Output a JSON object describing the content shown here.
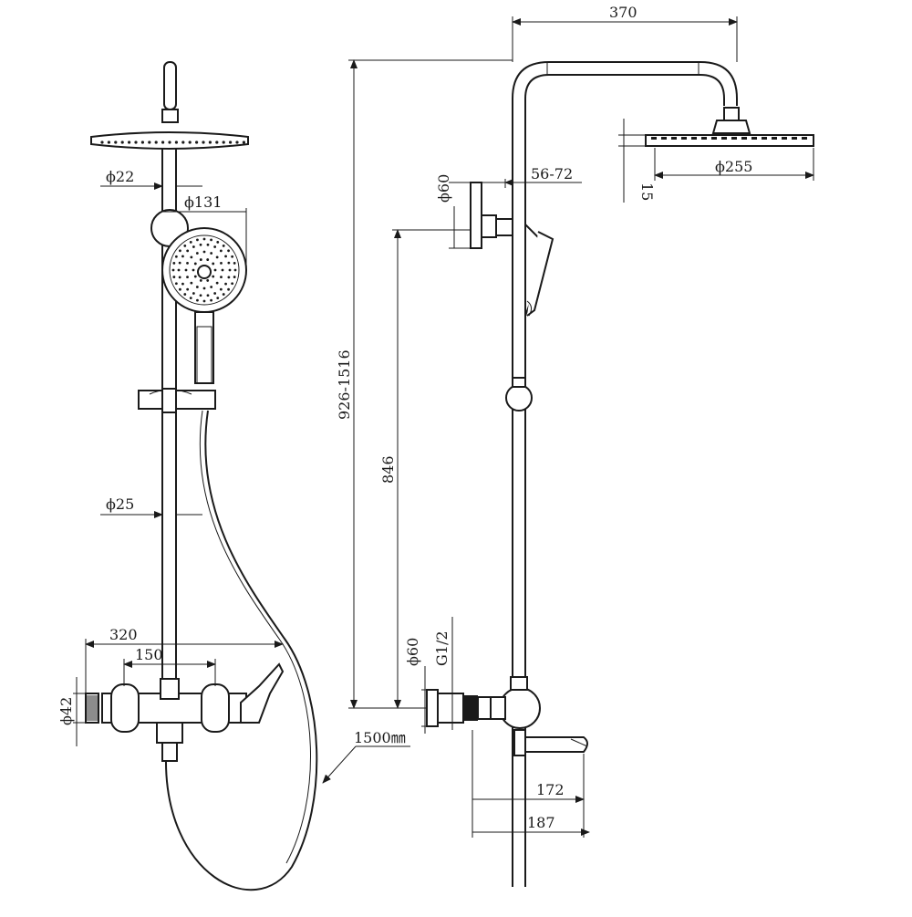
{
  "diagram": {
    "labels": {
      "dia_22": "ϕ22",
      "dia_131": "ϕ131",
      "dia_25": "ϕ25",
      "width_320": "320",
      "width_150": "150",
      "dia_42": "ϕ42",
      "hose_1500": "1500㎜",
      "width_370": "370",
      "dia_60_top": "ϕ60",
      "range_56_72": "56-72",
      "dia_255": "ϕ255",
      "height_15": "15",
      "height_926_1516": "926-1516",
      "height_846": "846",
      "dia_60_bottom": "ϕ60",
      "thread_g12": "G1/2",
      "spout_172": "172",
      "spout_187": "187"
    }
  }
}
